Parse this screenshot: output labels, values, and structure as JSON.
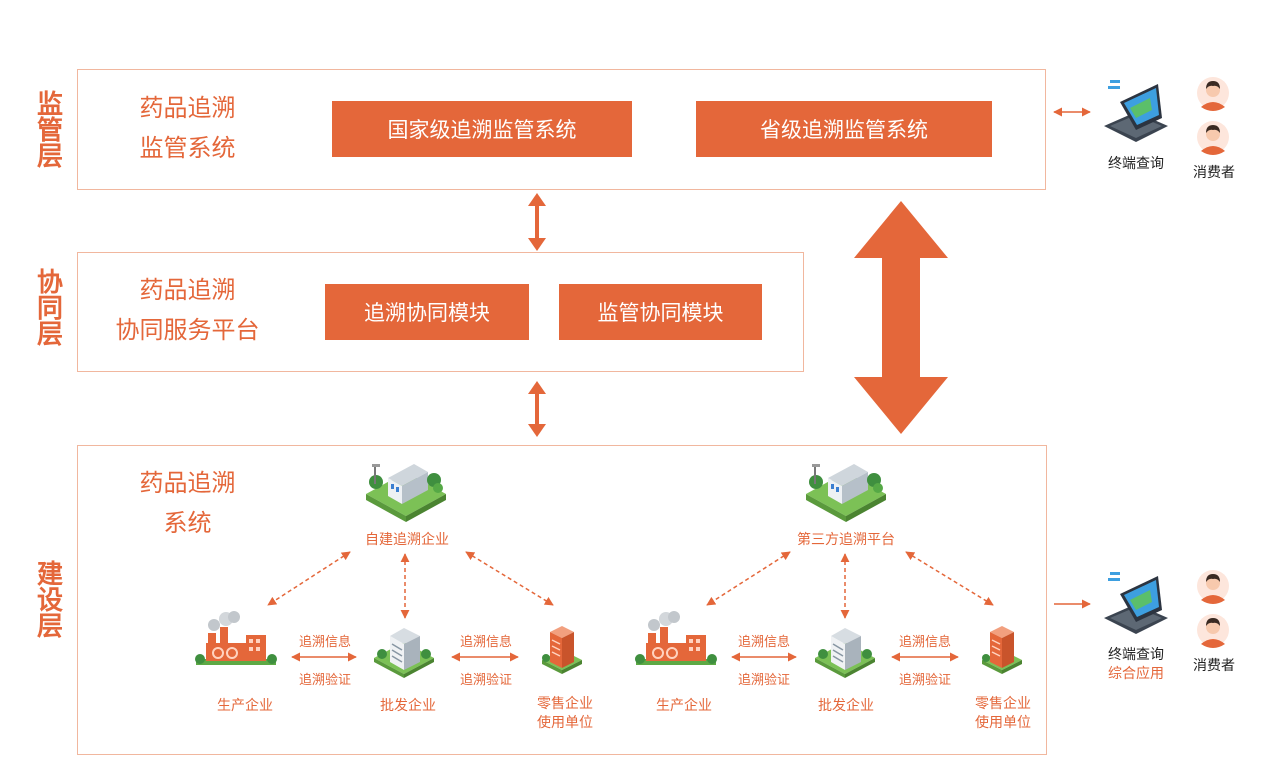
{
  "layers": {
    "supervision": "监管层",
    "collaboration": "协同层",
    "construction": "建设层"
  },
  "supervision": {
    "title_line1": "药品追溯",
    "title_line2": "监管系统",
    "box_national": "国家级追溯监管系统",
    "box_provincial": "省级追溯监管系统"
  },
  "collaboration": {
    "title_line1": "药品追溯",
    "title_line2": "协同服务平台",
    "box_trace": "追溯协同模块",
    "box_supervise": "监管协同模块"
  },
  "construction": {
    "title_line1": "药品追溯",
    "title_line2": "系统",
    "left_group": {
      "hub": "自建追溯企业",
      "producer": "生产企业",
      "wholesaler": "批发企业",
      "retailer_line1": "零售企业",
      "retailer_line2": "使用单位",
      "info": "追溯信息",
      "verify": "追溯验证"
    },
    "right_group": {
      "hub": "第三方追溯平台",
      "producer": "生产企业",
      "wholesaler": "批发企业",
      "retailer_line1": "零售企业",
      "retailer_line2": "使用单位",
      "info": "追溯信息",
      "verify": "追溯验证"
    }
  },
  "side_top": {
    "terminal": "终端查询",
    "consumer": "消费者"
  },
  "side_bottom": {
    "terminal": "终端查询",
    "terminal_sub": "综合应用",
    "consumer": "消费者"
  },
  "colors": {
    "accent": "#e4673a",
    "panel_border": "#f1b79e",
    "green": "#6bb74a"
  }
}
